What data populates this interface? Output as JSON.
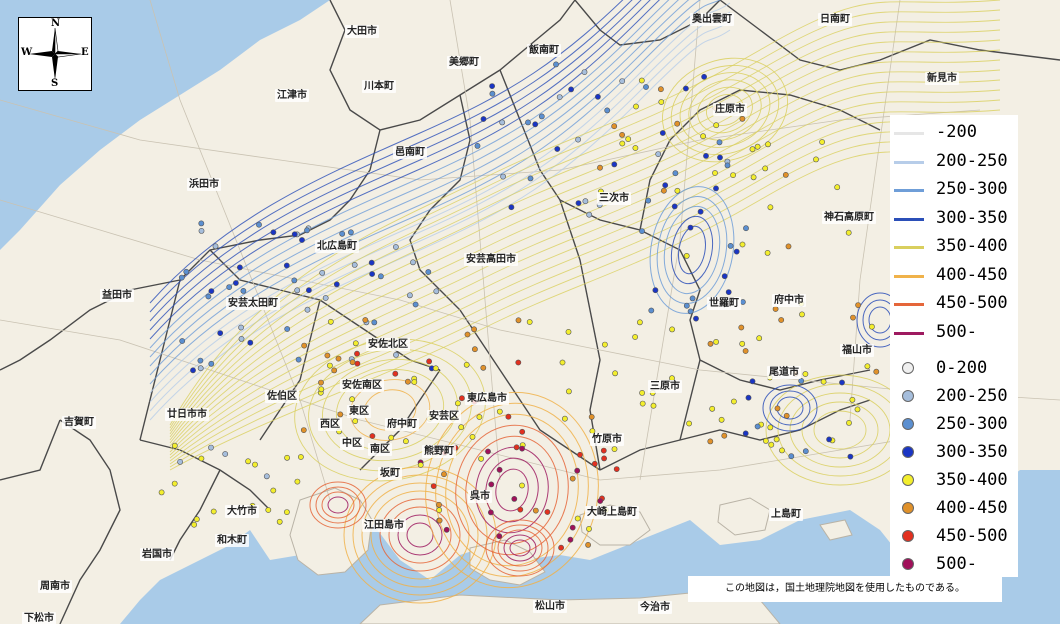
{
  "compass": {
    "n": "N",
    "s": "S",
    "e": "E",
    "w": "W"
  },
  "places": [
    {
      "name": "大田市"
    },
    {
      "name": "奥出雲町"
    },
    {
      "name": "日南町"
    },
    {
      "name": "美郷町"
    },
    {
      "name": "飯南町"
    },
    {
      "name": "江津市"
    },
    {
      "name": "川本町"
    },
    {
      "name": "新見市"
    },
    {
      "name": "邑南町"
    },
    {
      "name": "庄原市"
    },
    {
      "name": "浜田市"
    },
    {
      "name": "三次市"
    },
    {
      "name": "神石高原町"
    },
    {
      "name": "北広島町"
    },
    {
      "name": "安芸高田市"
    },
    {
      "name": "益田市"
    },
    {
      "name": "安芸太田町"
    },
    {
      "name": "世羅町"
    },
    {
      "name": "府中市"
    },
    {
      "name": "安佐北区"
    },
    {
      "name": "福山市"
    },
    {
      "name": "三原市"
    },
    {
      "name": "尾道市"
    },
    {
      "name": "安佐南区"
    },
    {
      "name": "佐伯区"
    },
    {
      "name": "東広島市"
    },
    {
      "name": "廿日市市"
    },
    {
      "name": "吉賀町"
    },
    {
      "name": "西区"
    },
    {
      "name": "東区"
    },
    {
      "name": "安芸区"
    },
    {
      "name": "中区"
    },
    {
      "name": "南区"
    },
    {
      "name": "府中町"
    },
    {
      "name": "熊野町"
    },
    {
      "name": "竹原市"
    },
    {
      "name": "坂町"
    },
    {
      "name": "呉市"
    },
    {
      "name": "大竹市"
    },
    {
      "name": "江田島市"
    },
    {
      "name": "大崎上島町"
    },
    {
      "name": "岩国市"
    },
    {
      "name": "和木町"
    },
    {
      "name": "上島町"
    },
    {
      "name": "周南市"
    },
    {
      "name": "下松市"
    },
    {
      "name": "松山市"
    },
    {
      "name": "今治市"
    }
  ],
  "legend_lines": [
    {
      "label": "-200",
      "color": "#e6e6e6"
    },
    {
      "label": "200-250",
      "color": "#b7cde9"
    },
    {
      "label": "250-300",
      "color": "#6f9ed8"
    },
    {
      "label": "300-350",
      "color": "#2b4fb8"
    },
    {
      "label": "350-400",
      "color": "#d9cf5e"
    },
    {
      "label": "400-450",
      "color": "#f0b24a"
    },
    {
      "label": "450-500",
      "color": "#e5663a"
    },
    {
      "label": "500-",
      "color": "#9e1a60"
    }
  ],
  "legend_points": [
    {
      "label": "0-200",
      "color": "#f0f0f0"
    },
    {
      "label": "200-250",
      "color": "#a6bedc"
    },
    {
      "label": "250-300",
      "color": "#5b8fd0"
    },
    {
      "label": "300-350",
      "color": "#1a35c4"
    },
    {
      "label": "350-400",
      "color": "#f3ee2d"
    },
    {
      "label": "400-450",
      "color": "#e0912a"
    },
    {
      "label": "450-500",
      "color": "#e2301f"
    },
    {
      "label": "500-",
      "color": "#a0105a"
    }
  ],
  "credit": "この地図は，国土地理院地図を使用したものである。"
}
